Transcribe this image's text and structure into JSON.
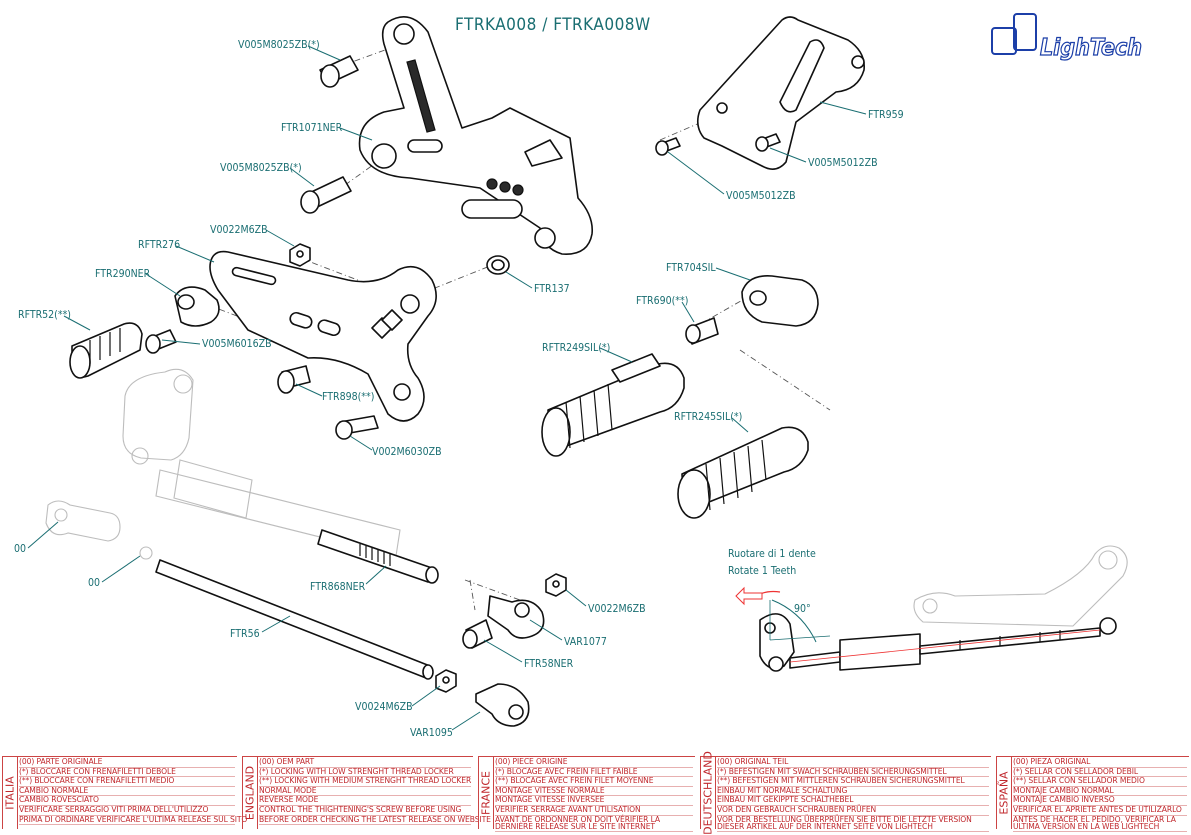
{
  "title": "FTRKA008 / FTRKA008W",
  "logo_text": "LighTech",
  "callouts": [
    "V005M8025ZB(*)",
    "FTR1071NER",
    "V005M8025ZB(*)",
    "V0022M6ZB",
    "RFTR276",
    "FTR290NER",
    "RFTR52(**)",
    "V005M6016ZB",
    "FTR137",
    "FTR898(**)",
    "V002M6030ZB",
    "FTR959",
    "V005M5012ZB",
    "V005M5012ZB",
    "FTR704SIL",
    "FTR690(**)",
    "RFTR249SIL(*)",
    "RFTR245SIL(*)",
    "00",
    "00",
    "FTR868NER",
    "FTR56",
    "V0022M6ZB",
    "VAR1077",
    "FTR58NER",
    "V0024M6ZB",
    "VAR1095"
  ],
  "rotate_note": {
    "line1": "Ruotare di 1 dente",
    "line2": "Rotate 1 Teeth",
    "angle": "90°"
  },
  "legend": [
    {
      "country": "ITALIA",
      "lines": [
        "(00) PARTE ORIGINALE",
        "(*)   BLOCCARE CON FRENAFILETTI DEBOLE",
        "(**)  BLOCCARE CON FRENAFILETTI MEDIO",
        "CAMBIO NORMALE",
        "CAMBIO ROVESCIATO",
        "VERIFICARE SERRAGGIO VITI PRIMA DELL'UTILIZZO",
        "PRIMA DI ORDINARE VERIFICARE L'ULTIMA RELEASE SUL SITO"
      ]
    },
    {
      "country": "ENGLAND",
      "lines": [
        "(00) OEM PART",
        "(*)   LOCKING WITH LOW STRENGHT THREAD LOCKER",
        "(**)  LOCKING WITH MEDIUM STRENGHT THREAD LOCKER",
        "NORMAL MODE",
        "REVERSE MODE",
        "CONTROL THE THIGHTENING'S SCREW BEFORE USING",
        "BEFORE ORDER CHECKING THE LATEST RELEASE ON WEBSITE"
      ]
    },
    {
      "country": "FRANCE",
      "lines": [
        "(00) PIECE ORIGINE",
        "(*)   BLOCAGE AVEC FREIN FILET FAIBLE",
        "(**)  BLOCAGE AVEC FREIN FILET MOYENNE",
        "MONTAGE VITESSE NORMALE",
        "MONTAGE VITESSE INVERSEE",
        "VERIFIER SERRAGE AVANT UTILISATION",
        "AVANT DE ORDONNER ON DOIT VÉRIFIER LA DERNIÈRE RELEASE SUR LE SITE INTERNET"
      ]
    },
    {
      "country": "DEUTSCHLAND",
      "lines": [
        "(00) ORIGINAL TEIL",
        "(*)   BEFESTIGEN MIT SWACH SCHRAUBEN SICHERUNGSMITTEL",
        "(**)  BEFESTIGEN MIT MITTLEREN SCHRAUBEN SICHERUNGSMITTEL",
        "EINBAU MIT NORMALE SCHALTUNG",
        "EINBAU MIT GEKIPPTE SCHALTHEBEL",
        "VOR DEN GEBRAUCH SCHRAUBEN PRÜFEN",
        "VOR DER BESTELLUNG ÜBERPRÜFEN SIE BITTE DIE LETZTE VERSION DIESER ARTIKEL AUF DER INTERNET SEITE VON LIGHTECH"
      ]
    },
    {
      "country": "ESPAÑA",
      "lines": [
        "(00) PIEZA ORIGINAL",
        "(*)   SELLAR CON SELLADOR DEBIL",
        "(**)  SELLAR CON SELLADOR MEDIO",
        "MONTAJE  CAMBIO NORMAL",
        "MONTAJE CAMBIO INVERSO",
        "VERIFICAR EL APRIETE ANTES DE UTILIZARLO",
        "ANTES DE HACER EL PEDIDO, VERIFICAR LA ULTIMA VERSION EN LA WEB LIGHTECH"
      ]
    }
  ]
}
